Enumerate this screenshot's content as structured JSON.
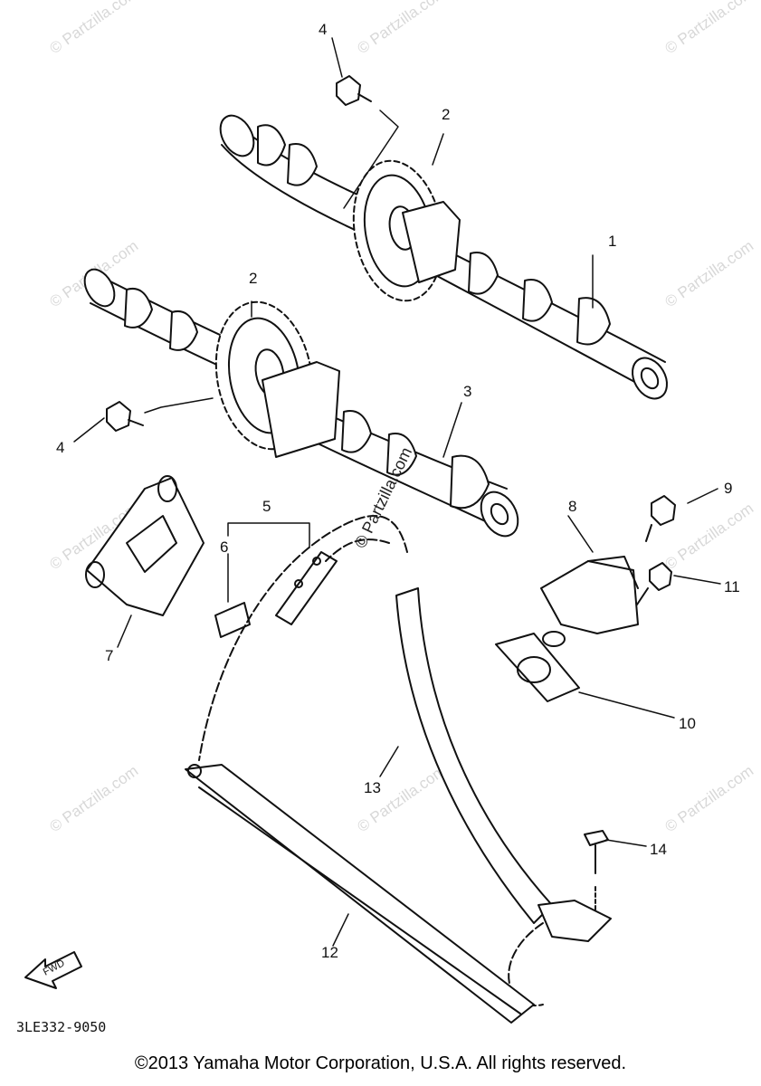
{
  "diagram": {
    "callouts": [
      "1",
      "2",
      "2",
      "3",
      "4",
      "4",
      "5",
      "6",
      "7",
      "8",
      "9",
      "10",
      "11",
      "12",
      "13",
      "14"
    ],
    "fwd_label": "FWD",
    "part_code": "3LE332-9050",
    "center_watermark": "© Partzilla.com",
    "watermark": "© Partzilla.com",
    "copyright": "©2013  Yamaha Motor Corporation, U.S.A. All rights reserved."
  }
}
